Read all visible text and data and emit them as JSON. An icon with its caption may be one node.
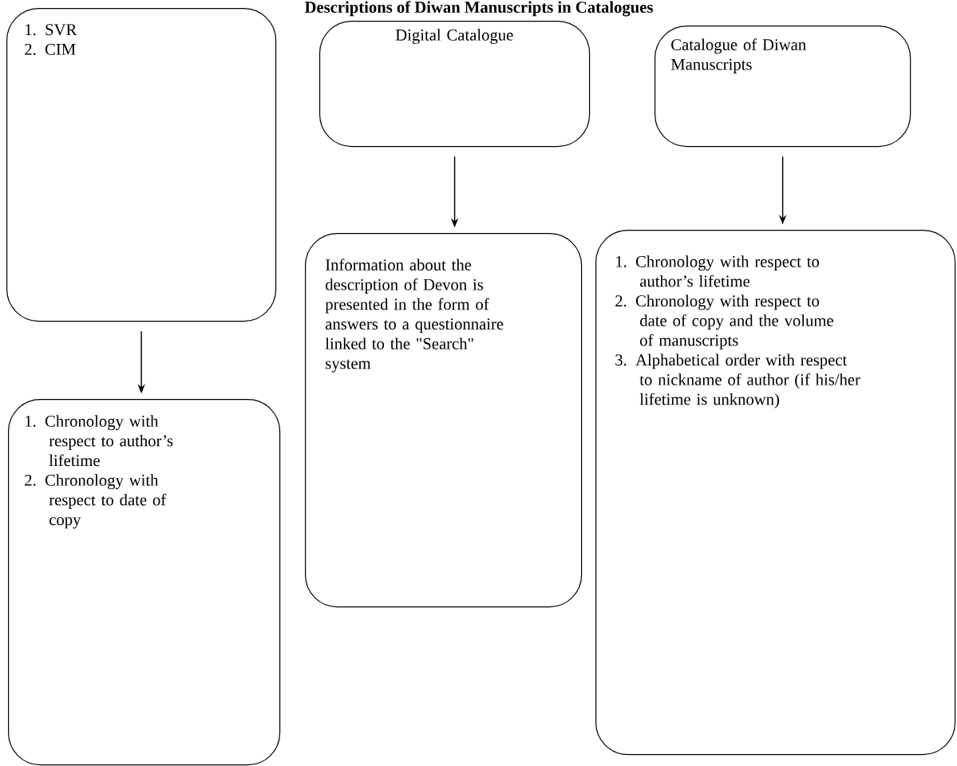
{
  "diagram": {
    "title": "Descriptions of Diwan Manuscripts in Catalogues",
    "nodes": [
      {
        "text": [
          "1. SVR",
          "2. CIM"
        ]
      },
      {
        "text": [
          "Digital Catalogue"
        ]
      },
      {
        "text": [
          "Catalogue of Diwan Manuscripts"
        ]
      },
      {
        "text": [
          "1. Chronology with respect to author’s lifetime",
          "2. Chronology with respect to date of copy"
        ]
      },
      {
        "text": [
          "Information about the description of Devon is presented in the form of answers to a questionnaire linked to the \"Search\" system"
        ]
      },
      {
        "text": [
          "1. Chronology with respect to author’s lifetime",
          "2. Chronology with respect to date of copy and the volume of manuscripts",
          "3. Alphabetical order with respect to nickname of author (if his/her lifetime is unknown)"
        ]
      }
    ],
    "edges": [
      {
        "from": 0,
        "to": 3,
        "arrow": "to"
      },
      {
        "from": 1,
        "to": 4,
        "arrow": "to"
      },
      {
        "from": 2,
        "to": 5,
        "arrow": "to"
      }
    ]
  }
}
